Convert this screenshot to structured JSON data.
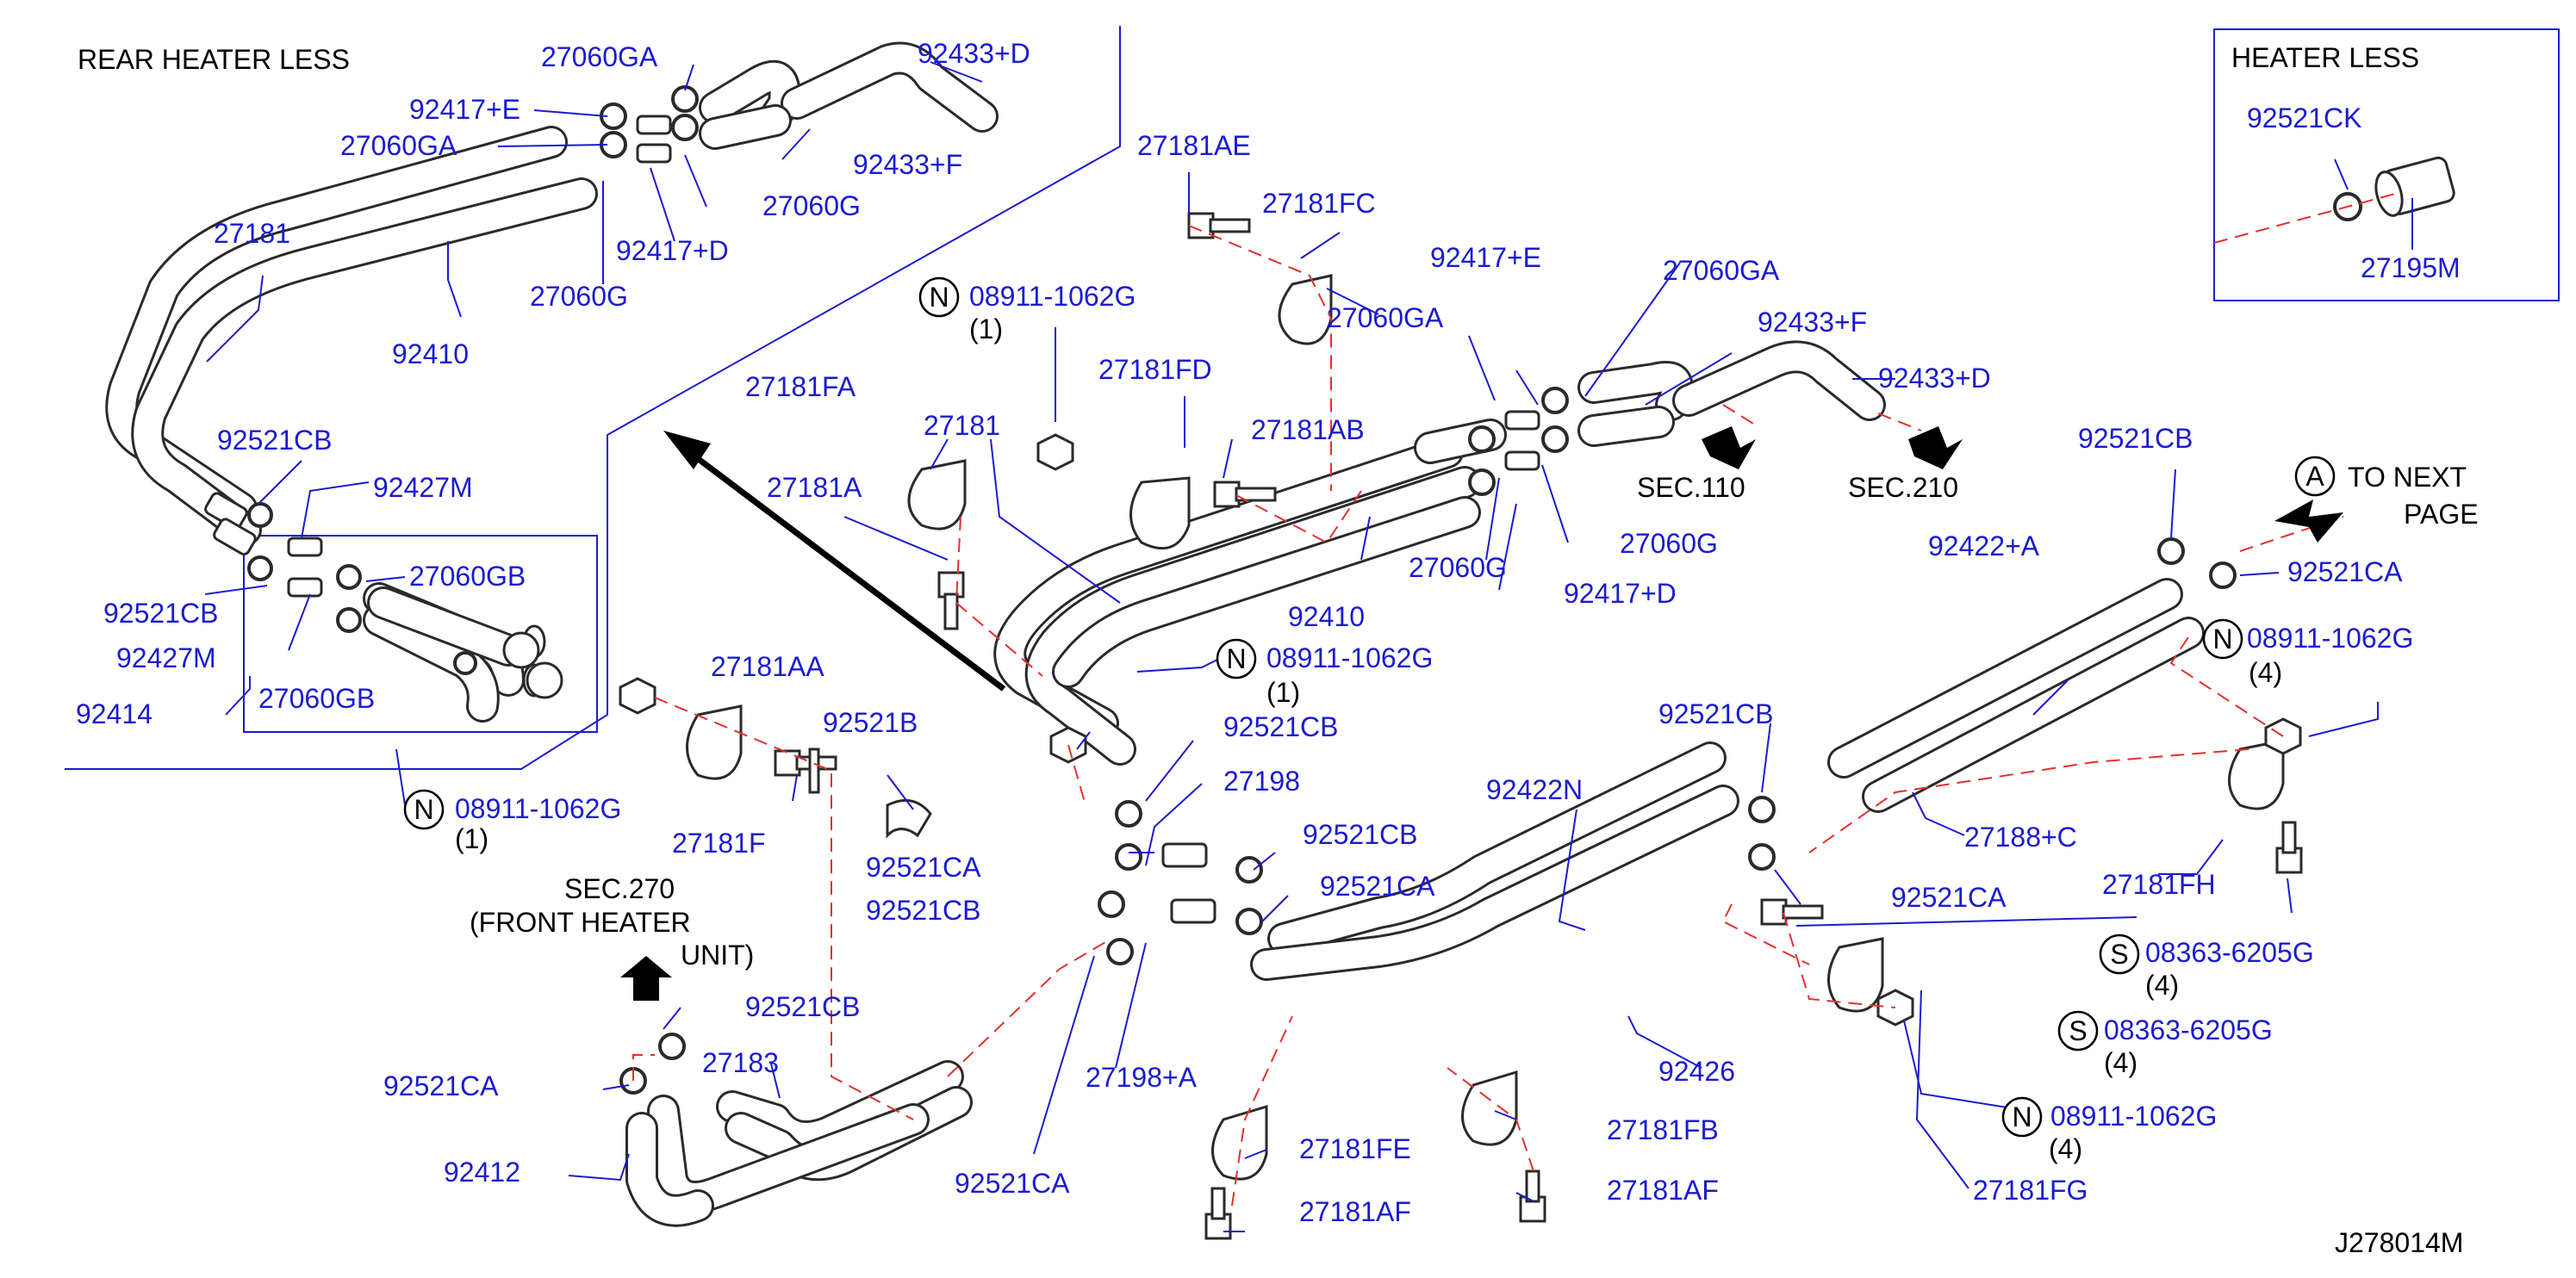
{
  "notes": {
    "rear_heater_less": "REAR  HEATER  LESS",
    "heater_less": "HEATER  LESS",
    "to_next_page": "TO  NEXT",
    "to_next_page_2": "PAGE",
    "front_heater_1": "SEC.270",
    "front_heater_2": "(FRONT  HEATER",
    "front_heater_3": "UNIT)",
    "sec110": "SEC.110",
    "sec210": "SEC.210",
    "diagram_code": "J278014M",
    "marker_a": "A",
    "marker_n": "N",
    "marker_s": "S"
  },
  "labels": {
    "p27060GA_a": "27060GA",
    "p92433D_a": "92433+D",
    "p92417E_a": "92417+E",
    "p27060GA_b": "27060GA",
    "p92433F_a": "92433+F",
    "p27060G_a": "27060G",
    "p27181_a": "27181",
    "p92417D_a": "92417+D",
    "p27060G_b": "27060G",
    "p92410_a": "92410",
    "p92521CB_a": "92521CB",
    "p92427M_a": "92427M",
    "p27060GB_a": "27060GB",
    "p92521CB_b": "92521CB",
    "p92427M_b": "92427M",
    "p92414": "92414",
    "p27060GB_b": "27060GB",
    "p27181AE": "27181AE",
    "p27181FC": "27181FC",
    "p08911_a": "08911-1062G",
    "q1_a": "(1)",
    "p27060GA_c": "27060GA",
    "p27181FD": "27181FD",
    "p27181FA": "27181FA",
    "p27181_b": "27181",
    "p27181AB": "27181AB",
    "p27181A": "27181A",
    "p92417E_b": "92417+E",
    "p27060GA_d": "27060GA",
    "p92433F_b": "92433+F",
    "p92433D_b": "92433+D",
    "p27060G_c": "27060G",
    "p27060G_d": "27060G",
    "p92410_b": "92410",
    "p92417D_b": "92417+D",
    "p08911_b": "08911-1062G",
    "q1_b": "(1)",
    "p27181AA": "27181AA",
    "p92521B": "92521B",
    "p92521CB_c": "92521CB",
    "p27198": "27198",
    "p08911_c": "08911-1062G",
    "q1_c": "(1)",
    "p27181F": "27181F",
    "p92521CA_a": "92521CA",
    "p92521CB_d": "92521CB",
    "p92521CB_e": "92521CB",
    "p92521CA_b": "92521CA",
    "p92521CB_f": "92521CB",
    "p27183": "27183",
    "p92521CA_c": "92521CA",
    "p92412": "92412",
    "p27198A": "27198+A",
    "p92521CA_d": "92521CA",
    "p27181FE": "27181FE",
    "p27181AF_a": "27181AF",
    "p92422N": "92422N",
    "p92521CB_g": "92521CB",
    "p92426": "92426",
    "p27181FB": "27181FB",
    "p27181AF_b": "27181AF",
    "p92521CA_e": "92521CA",
    "p27188C": "27188+C",
    "p92422A": "92422+A",
    "p92521CB_h": "92521CB",
    "p92521CA_f": "92521CA",
    "p08911_d": "08911-1062G",
    "q4_a": "(4)",
    "p27181FH": "27181FH",
    "p08363_a": "08363-6205G",
    "q4_b": "(4)",
    "p08363_b": "08363-6205G",
    "q4_c": "(4)",
    "p08911_e": "08911-1062G",
    "q4_d": "(4)",
    "p27181FG": "27181FG",
    "p92521CK": "92521CK",
    "p27195M": "27195M"
  },
  "colors": {
    "part_number": "#1b1bd0",
    "dashed_alignment": "#e23030",
    "pipe": "#2a2a2a"
  }
}
